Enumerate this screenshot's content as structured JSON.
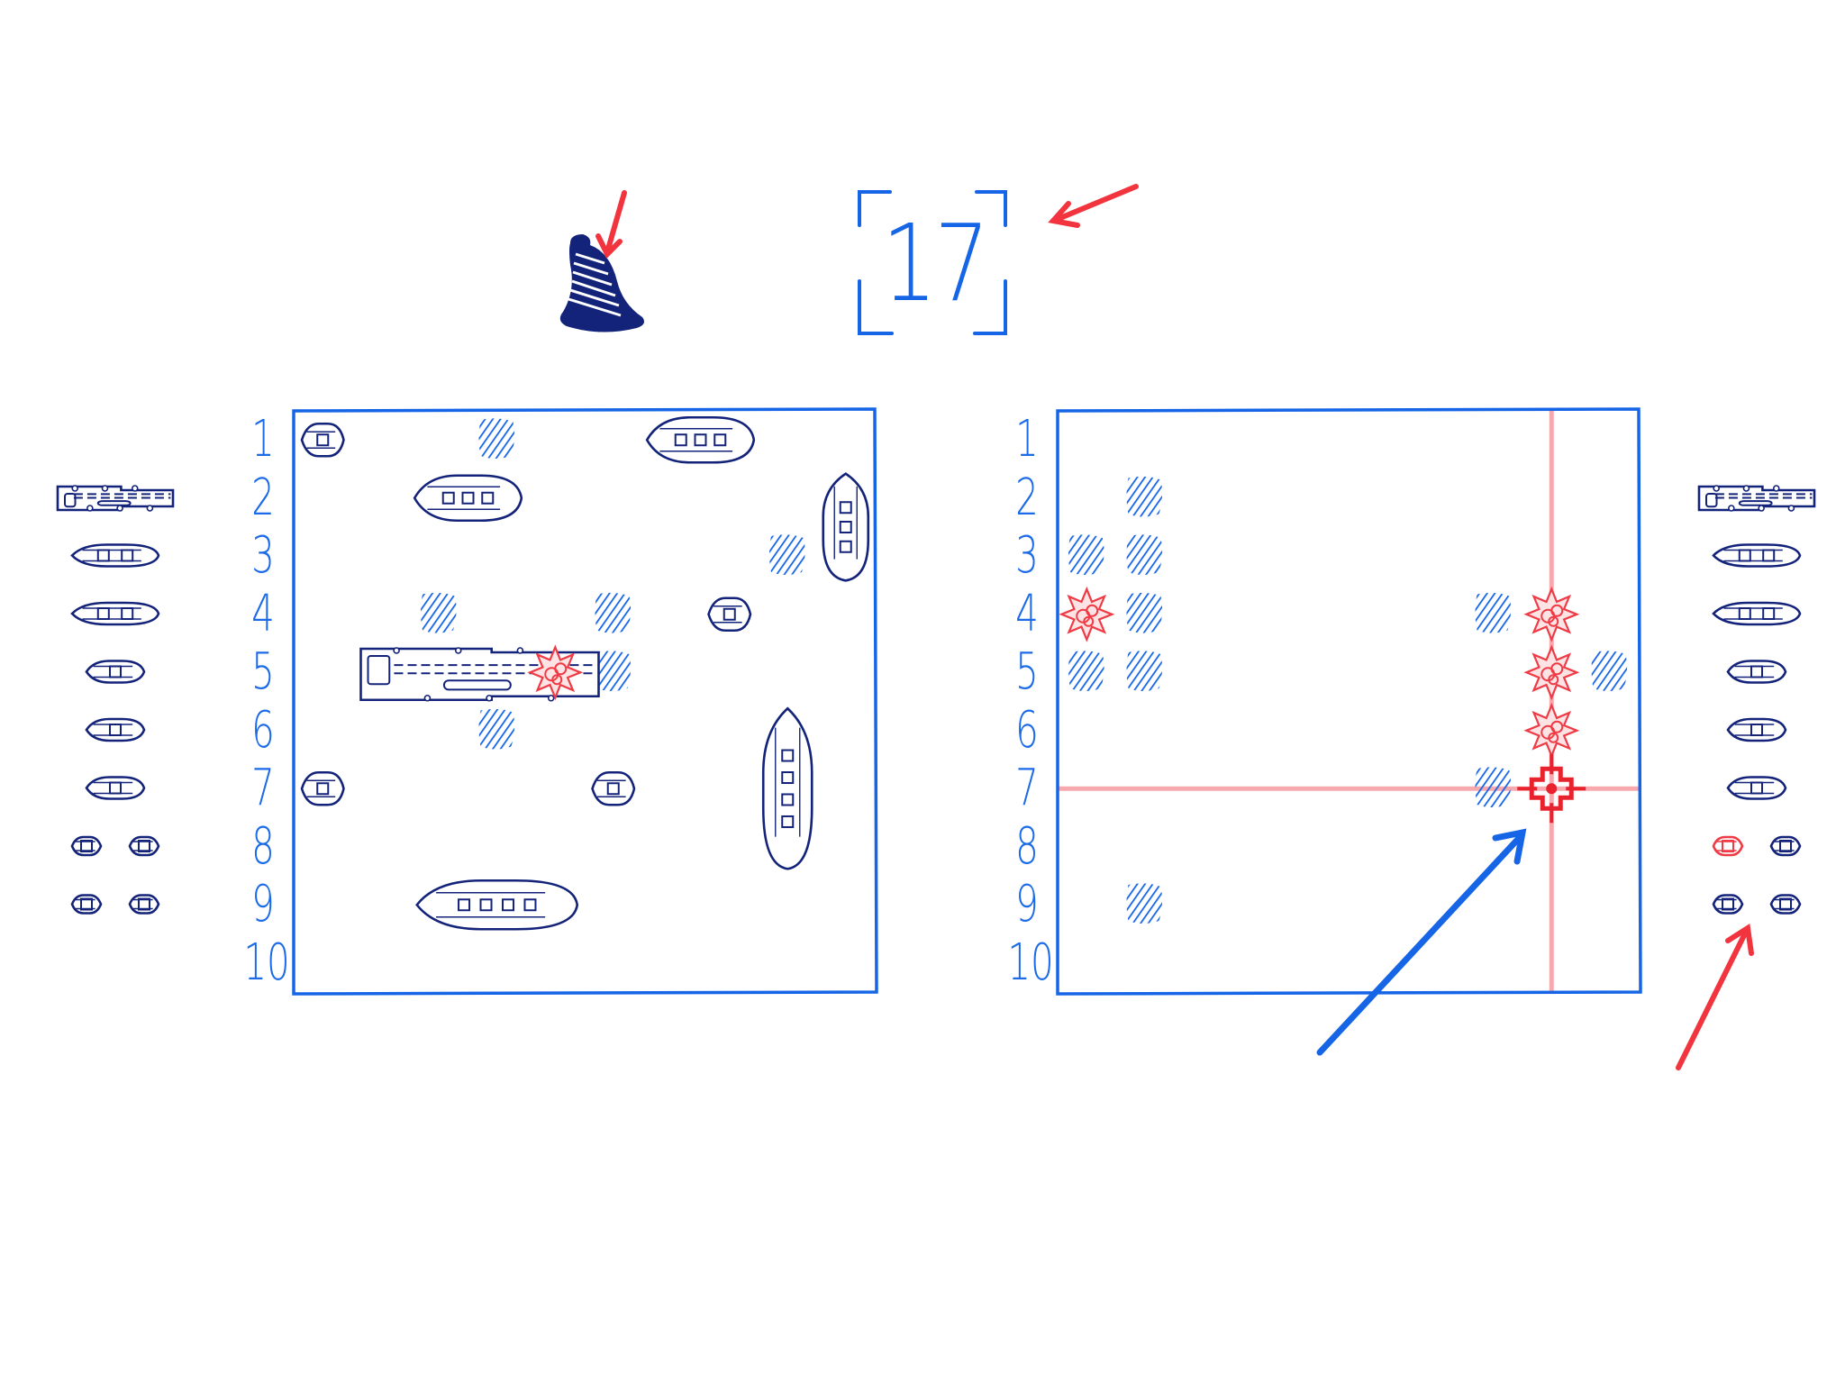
{
  "turn_counter": "17",
  "row_labels": [
    "1",
    "2",
    "3",
    "4",
    "5",
    "6",
    "7",
    "8",
    "9",
    "10"
  ],
  "colors": {
    "ink_blue": "#1565e6",
    "ship_navy": "#14237a",
    "hit_red": "#ef3b45",
    "crosshair_line": "#f7a9ae",
    "annotation_red": "#f2343e"
  },
  "icons": {
    "bell": "bell-icon",
    "crosshair": "crosshair-icon",
    "hit": "explosion-icon",
    "miss": "water-splash-icon"
  },
  "player_board": {
    "ships": [
      {
        "kind": "boat-1",
        "col": 1,
        "row": 1,
        "orient": "h"
      },
      {
        "kind": "boat-3",
        "col": 7,
        "row": 1,
        "len": 2,
        "orient": "h"
      },
      {
        "kind": "boat-3",
        "col": 3,
        "row": 2,
        "len": 2,
        "orient": "h"
      },
      {
        "kind": "boat-3",
        "col": 10,
        "row": 2,
        "len": 2,
        "orient": "v"
      },
      {
        "kind": "boat-1",
        "col": 8,
        "row": 4,
        "orient": "h"
      },
      {
        "kind": "carrier",
        "col": 2,
        "row": 5,
        "len": 4,
        "orient": "h"
      },
      {
        "kind": "boat-3",
        "col": 9,
        "row": 6,
        "len": 3,
        "orient": "v"
      },
      {
        "kind": "boat-1",
        "col": 1,
        "row": 7,
        "orient": "h"
      },
      {
        "kind": "boat-1",
        "col": 6,
        "row": 7,
        "orient": "h"
      },
      {
        "kind": "boat-3",
        "col": 3,
        "row": 9,
        "len": 3,
        "orient": "h"
      }
    ],
    "misses": [
      [
        4,
        1
      ],
      [
        9,
        3
      ],
      [
        3,
        4
      ],
      [
        6,
        4
      ],
      [
        6,
        5
      ],
      [
        4,
        6
      ]
    ],
    "hits": [
      [
        5,
        5
      ]
    ]
  },
  "enemy_board": {
    "misses": [
      [
        2,
        2
      ],
      [
        1,
        3
      ],
      [
        2,
        3
      ],
      [
        2,
        4
      ],
      [
        8,
        4
      ],
      [
        1,
        5
      ],
      [
        2,
        5
      ],
      [
        10,
        5
      ],
      [
        8,
        7
      ],
      [
        2,
        9
      ]
    ],
    "hits": [
      [
        1,
        4
      ],
      [
        9,
        4
      ],
      [
        9,
        5
      ],
      [
        9,
        6
      ]
    ],
    "target": {
      "col": 9,
      "row": 7
    }
  },
  "fleet_left": [
    {
      "kind": "carrier",
      "status": "afloat"
    },
    {
      "kind": "cruiser",
      "status": "afloat"
    },
    {
      "kind": "cruiser",
      "status": "afloat"
    },
    {
      "kind": "destroyer",
      "status": "afloat"
    },
    {
      "kind": "destroyer",
      "status": "afloat"
    },
    {
      "kind": "destroyer",
      "status": "afloat"
    },
    {
      "kind": "boat",
      "status": "afloat"
    },
    {
      "kind": "boat",
      "status": "afloat"
    },
    {
      "kind": "boat",
      "status": "afloat"
    },
    {
      "kind": "boat",
      "status": "afloat"
    }
  ],
  "fleet_right": [
    {
      "kind": "carrier",
      "status": "afloat"
    },
    {
      "kind": "cruiser",
      "status": "afloat"
    },
    {
      "kind": "cruiser",
      "status": "afloat"
    },
    {
      "kind": "destroyer",
      "status": "afloat"
    },
    {
      "kind": "destroyer",
      "status": "afloat"
    },
    {
      "kind": "destroyer",
      "status": "afloat"
    },
    {
      "kind": "boat",
      "status": "sunk"
    },
    {
      "kind": "boat",
      "status": "afloat"
    },
    {
      "kind": "boat",
      "status": "afloat"
    },
    {
      "kind": "boat",
      "status": "afloat"
    }
  ]
}
